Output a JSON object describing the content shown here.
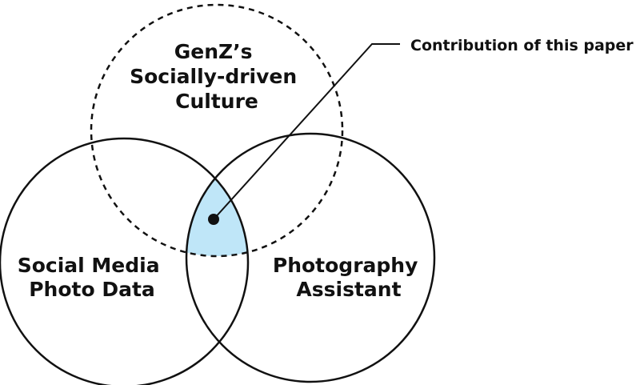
{
  "diagram": {
    "sets": [
      {
        "id": "culture",
        "lines": [
          "GenZ’s",
          "Socially-driven",
          "Culture"
        ],
        "border": "dashed"
      },
      {
        "id": "social-media",
        "lines": [
          "Social Media",
          "Photo Data"
        ],
        "border": "solid"
      },
      {
        "id": "photography",
        "lines": [
          "Photography",
          "Assistant"
        ],
        "border": "solid"
      }
    ],
    "intersection": {
      "label": "Contribution of this paper",
      "color": "#bfe6f8"
    },
    "colors": {
      "stroke": "#111111",
      "background": "#ffffff"
    }
  }
}
